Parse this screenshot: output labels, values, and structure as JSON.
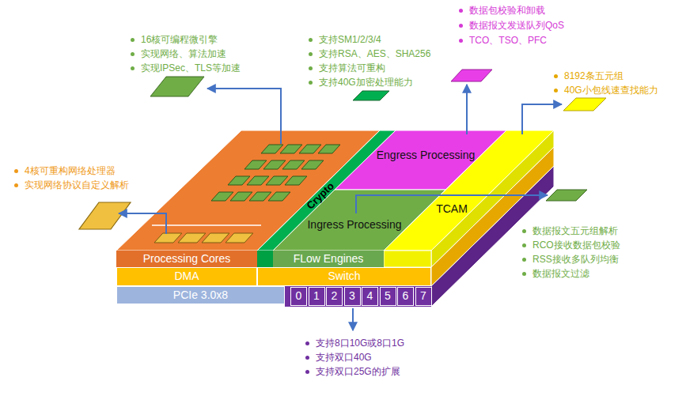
{
  "diagram": {
    "nodes": [
      {
        "text": [
          "Engress Processing"
        ]
      },
      {
        "text": [
          "Crypto"
        ]
      },
      {
        "text": [
          "Processing Cores"
        ]
      },
      {
        "text": [
          "Ingress Processing"
        ]
      },
      {
        "text": [
          "TCAM"
        ]
      },
      {
        "text": [
          "FLow Engines"
        ]
      },
      {
        "text": [
          "DMA"
        ]
      },
      {
        "text": [
          "Switch"
        ]
      },
      {
        "text": [
          "PCIe 3.0x8"
        ]
      },
      {
        "text": [
          "0"
        ]
      },
      {
        "text": [
          "1"
        ]
      },
      {
        "text": [
          "2"
        ]
      },
      {
        "text": [
          "3"
        ]
      },
      {
        "text": [
          "4"
        ]
      },
      {
        "text": [
          "5"
        ]
      },
      {
        "text": [
          "6"
        ]
      },
      {
        "text": [
          "7"
        ]
      }
    ],
    "labels": [
      "16核可编程微引擎",
      "实现网络、算法加速",
      "实现IPSec、TLS等加速",
      "支持SM1/2/3/4",
      "支持RSA、AES、SHA256",
      "支持算法可重构",
      "支持40G加密处理能力",
      "数据包校验和卸载",
      "数据报文发送队列QoS",
      "TCO、TSO、PFC",
      "8192条五元组",
      "40G小包线速查找能力",
      "4核可重构网络处理器",
      "实现网络协议自定义解析",
      "数据报文五元组解析",
      "RCO接收数据包校验",
      "RSS接收多队列均衡",
      "数据报文过滤",
      "支持8口10G或8口1G",
      "支持双口40G",
      "支持双口25G的扩展"
    ]
  }
}
